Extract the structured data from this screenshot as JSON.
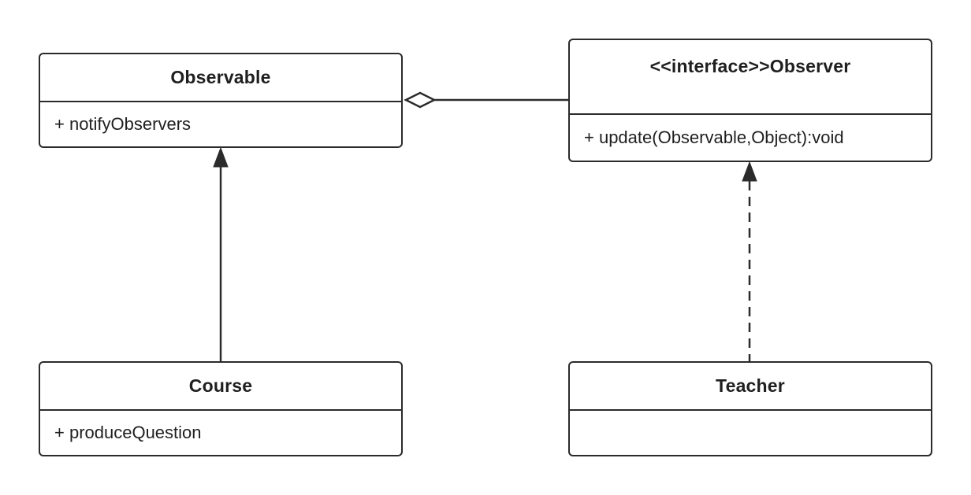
{
  "classes": {
    "observable": {
      "name": "Observable",
      "members": [
        "+ notifyObservers"
      ]
    },
    "observer": {
      "name": "<<interface>>Observer",
      "members": [
        "+ update(Observable,Object):void"
      ]
    },
    "course": {
      "name": "Course",
      "members": [
        "+ produceQuestion"
      ]
    },
    "teacher": {
      "name": "Teacher",
      "members": []
    }
  },
  "relationships": [
    {
      "type": "aggregation",
      "from": "Observer",
      "to": "Observable",
      "line": "solid",
      "end": "hollow-diamond"
    },
    {
      "type": "inheritance",
      "from": "Course",
      "to": "Observable",
      "line": "solid",
      "end": "filled-triangle"
    },
    {
      "type": "realization",
      "from": "Teacher",
      "to": "Observer",
      "line": "dashed",
      "end": "filled-triangle"
    }
  ],
  "colors": {
    "stroke": "#2b2b2b",
    "text": "#1f1f1f",
    "background": "#ffffff"
  }
}
